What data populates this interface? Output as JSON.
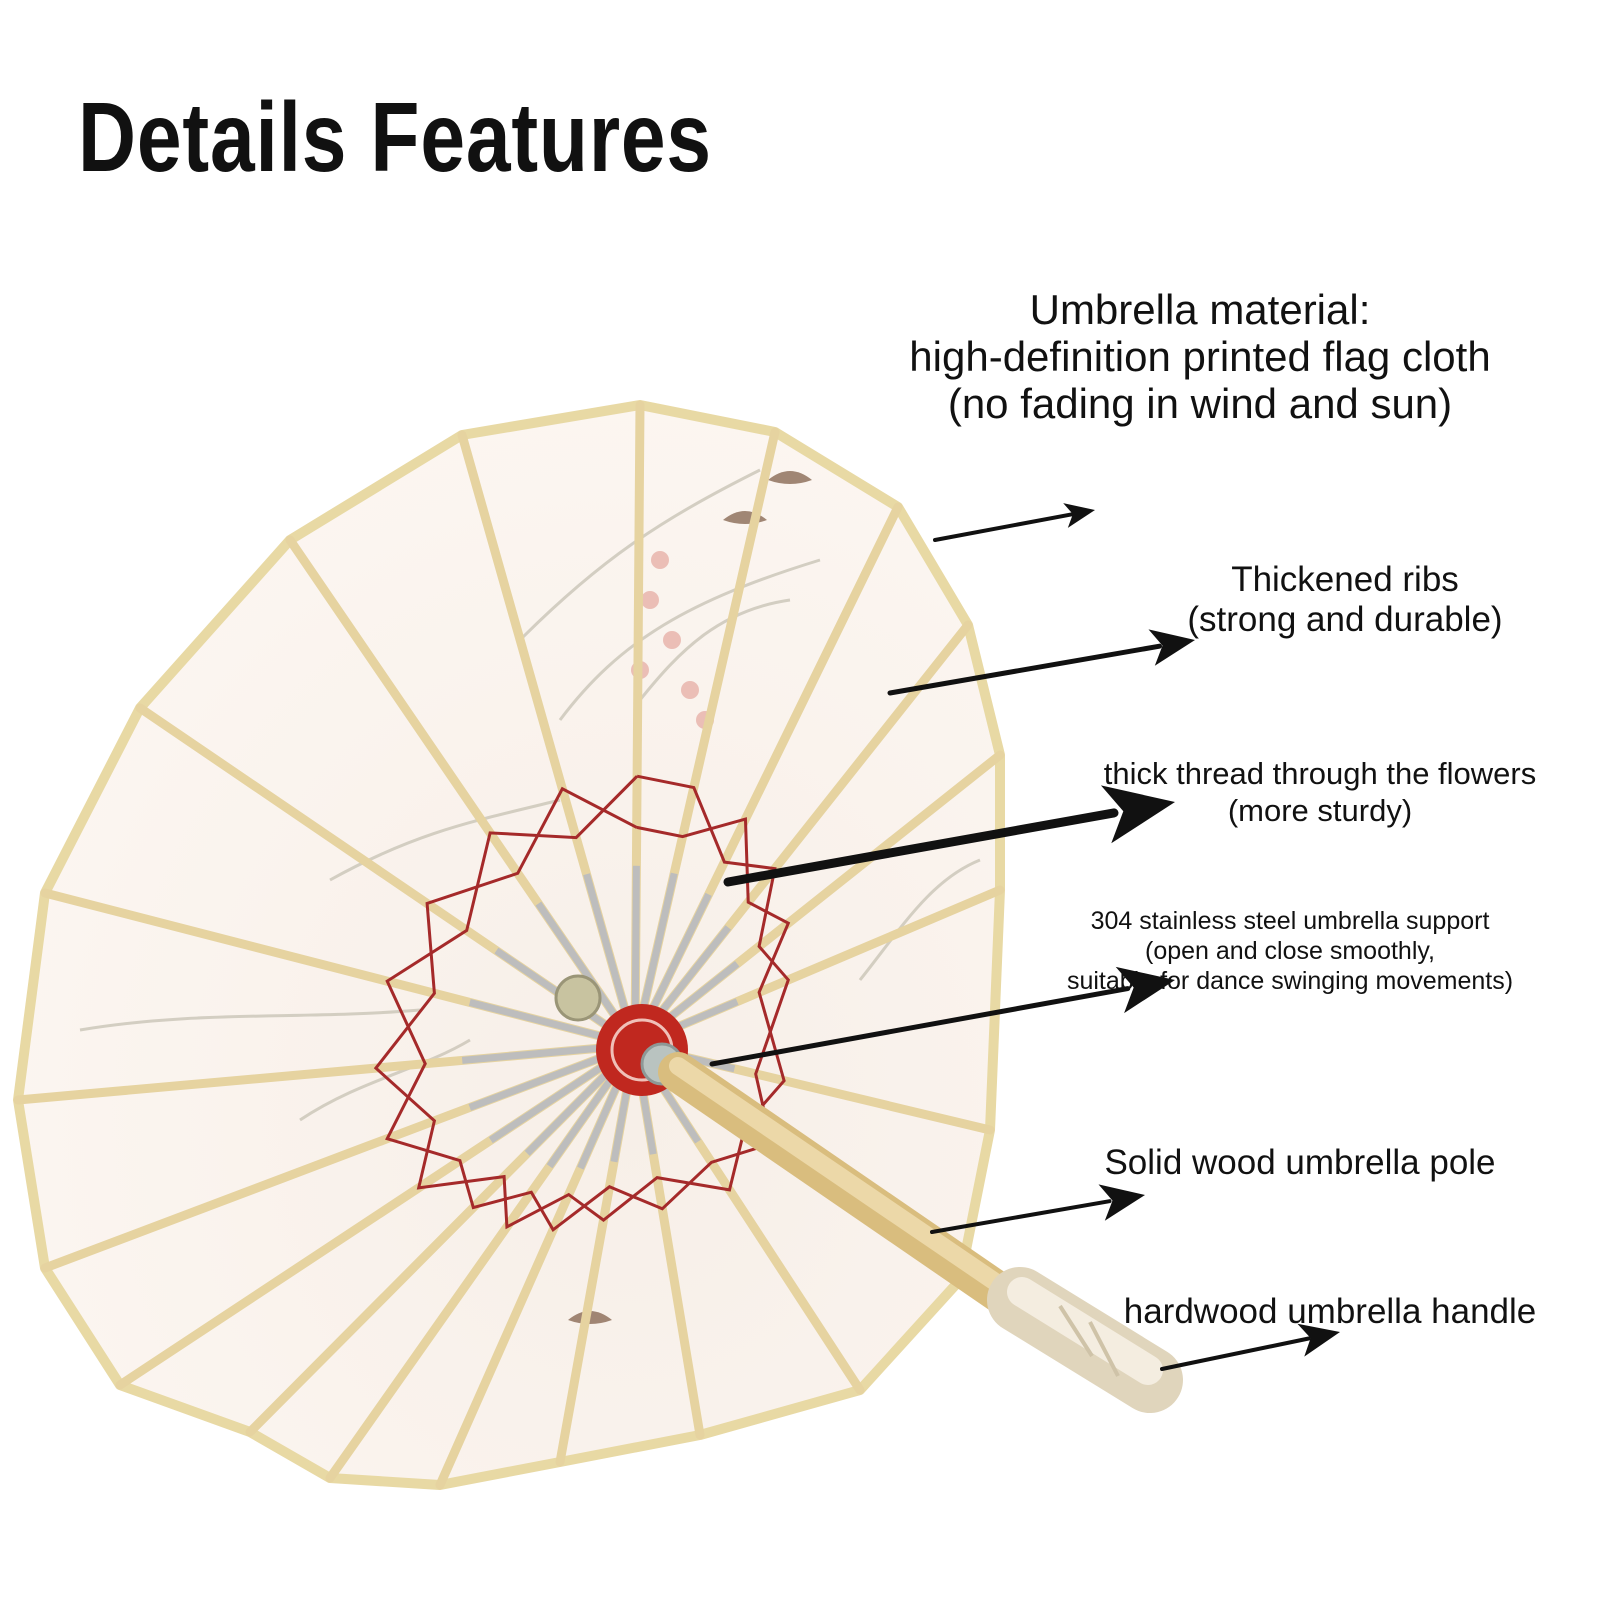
{
  "title": "Details Features",
  "callouts": {
    "material": {
      "lines": [
        "Umbrella material:",
        "high-definition printed flag cloth",
        "(no fading in wind and sun)"
      ]
    },
    "ribs": {
      "lines": [
        "Thickened ribs",
        "(strong and durable)"
      ]
    },
    "thread": {
      "lines": [
        "thick thread through the flowers",
        "(more sturdy)"
      ]
    },
    "steel": {
      "lines": [
        "304 stainless steel umbrella support",
        "(open and close smoothly,",
        "suitable for dance swinging movements)"
      ]
    },
    "pole": {
      "lines": [
        "Solid wood umbrella pole"
      ]
    },
    "handle": {
      "lines": [
        "hardwood umbrella handle"
      ]
    }
  },
  "colors": {
    "canopy": "#fbf3ee",
    "canopy_edge": "#e8d9a4",
    "rib": "#e6d3a0",
    "thread": "#a52a2a",
    "hub": "#c0281f",
    "pole": "#e2c98f",
    "handle": "#efe6d2",
    "arrow": "#111111",
    "text": "#111111"
  },
  "icons": [
    "umbrella-illustration",
    "arrow-icon"
  ]
}
